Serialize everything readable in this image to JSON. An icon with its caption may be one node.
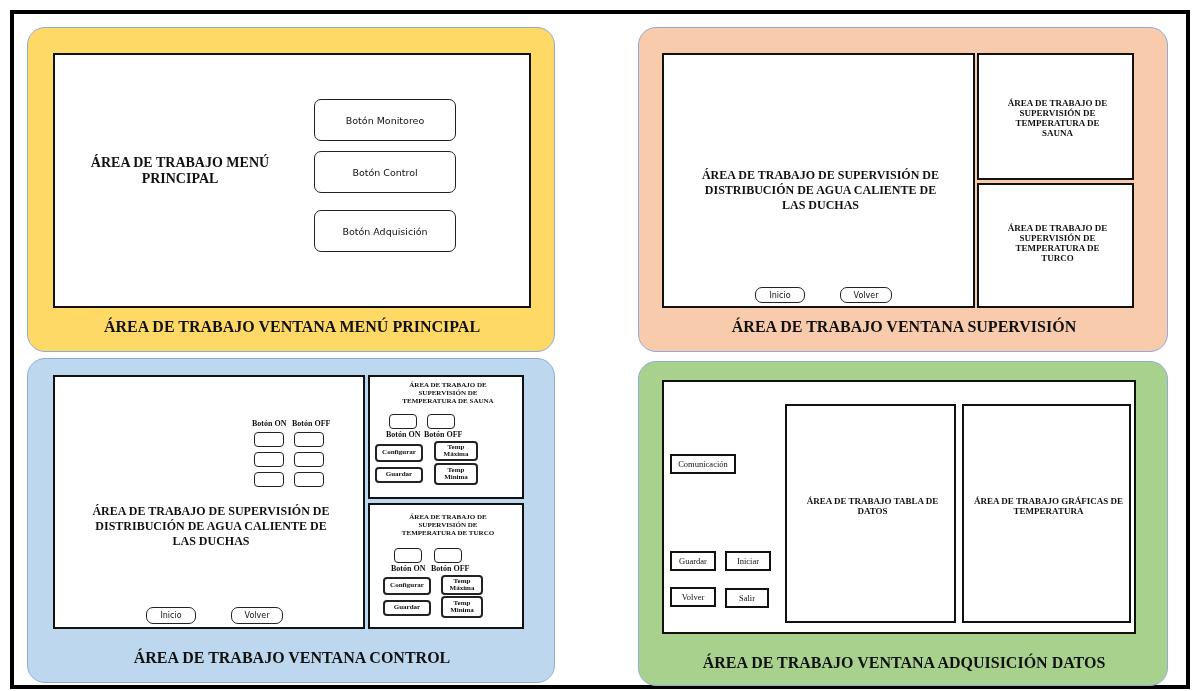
{
  "diagram": {
    "nodes": [
      {
        "text": [
          "ÁREA DE TRABAJO VENTANA MENÚ PRINCIPAL"
        ]
      },
      {
        "text": [
          "ÁREA DE TRABAJO MENÚ PRINCIPAL"
        ],
        "in": 0
      },
      {
        "text": [
          "Botón Monitoreo"
        ],
        "in": 1
      },
      {
        "text": [
          "Botón Control"
        ],
        "in": 1
      },
      {
        "text": [
          "Botón Adquisición"
        ],
        "in": 1
      },
      {
        "text": [
          "ÁREA DE TRABAJO VENTANA SUPERVISIÓN"
        ]
      },
      {
        "text": [
          "ÁREA DE TRABAJO DE SUPERVISIÓN DE DISTRIBUCIÓN  DE AGUA CALIENTE DE LAS DUCHAS"
        ],
        "in": 5
      },
      {
        "text": [
          "Inicio"
        ],
        "in": 6
      },
      {
        "text": [
          "Volver"
        ],
        "in": 6
      },
      {
        "text": [
          "ÁREA DE TRABAJO DE SUPERVISIÓN DE TEMPERATURA DE SAUNA"
        ],
        "in": 5
      },
      {
        "text": [
          "ÁREA DE TRABAJO DE SUPERVISIÓN DE TEMPERATURA DE TURCO"
        ],
        "in": 5
      },
      {
        "text": [
          "ÁREA DE TRABAJO VENTANA CONTROL"
        ]
      },
      {
        "text": [
          "ÁREA DE TRABAJO DE SUPERVISIÓN DE DISTRIBUCIÓN  DE AGUA CALIENTE DE LAS DUCHAS"
        ],
        "in": 11
      },
      {
        "text": [],
        "shape": "box",
        "in": 12,
        "beside": [
          "Botón ON"
        ]
      },
      {
        "text": [],
        "shape": "box",
        "in": 12,
        "beside": [
          "Botón OFF"
        ]
      },
      {
        "text": [],
        "shape": "box",
        "in": 12
      },
      {
        "text": [],
        "shape": "box",
        "in": 12
      },
      {
        "text": [],
        "shape": "box",
        "in": 12
      },
      {
        "text": [],
        "shape": "box",
        "in": 12
      },
      {
        "text": [
          "Inicio"
        ],
        "in": 12
      },
      {
        "text": [
          "Volver"
        ],
        "in": 12
      },
      {
        "text": [
          "ÁREA DE TRABAJO DE SUPERVISIÓN DE TEMPERATURA DE SAUNA"
        ],
        "in": 11
      },
      {
        "text": [],
        "shape": "box",
        "in": 21,
        "beside": [
          "Botón ON"
        ]
      },
      {
        "text": [],
        "shape": "box",
        "in": 21,
        "beside": [
          "Botón OFF"
        ]
      },
      {
        "text": [
          "Configurar"
        ],
        "in": 21
      },
      {
        "text": [
          "Temp Máxima"
        ],
        "in": 21
      },
      {
        "text": [
          "Guardar"
        ],
        "in": 21
      },
      {
        "text": [
          "Temp Minima"
        ],
        "in": 21
      },
      {
        "text": [
          "ÁREA DE TRABAJO DE SUPERVISIÓN DE TEMPERATURA DE TURCO"
        ],
        "in": 11
      },
      {
        "text": [],
        "shape": "box",
        "in": 28,
        "beside": [
          "Botón ON"
        ]
      },
      {
        "text": [],
        "shape": "box",
        "in": 28,
        "beside": [
          "Botón OFF"
        ]
      },
      {
        "text": [
          "Configurar"
        ],
        "in": 28
      },
      {
        "text": [
          "Temp Máxima"
        ],
        "in": 28
      },
      {
        "text": [
          "Guardar"
        ],
        "in": 28
      },
      {
        "text": [
          "Temp Minima"
        ],
        "in": 28
      },
      {
        "text": [
          "ÁREA DE TRABAJO VENTANA ADQUISICIÓN DATOS"
        ]
      },
      {
        "text": [],
        "shape": "box",
        "in": 35
      },
      {
        "text": [
          "Comunicación"
        ],
        "in": 36
      },
      {
        "text": [
          "Guardar"
        ],
        "in": 36
      },
      {
        "text": [
          "Iniciar"
        ],
        "in": 36
      },
      {
        "text": [
          "Volver"
        ],
        "in": 36
      },
      {
        "text": [
          "Salir"
        ],
        "in": 36
      },
      {
        "text": [
          "ÁREA DE TRABAJO TABLA DE DATOS"
        ],
        "in": 36
      },
      {
        "text": [
          "ÁREA DE TRABAJO GRÁFICAS DE TEMPERATURA"
        ],
        "in": 36
      }
    ],
    "edges": []
  }
}
